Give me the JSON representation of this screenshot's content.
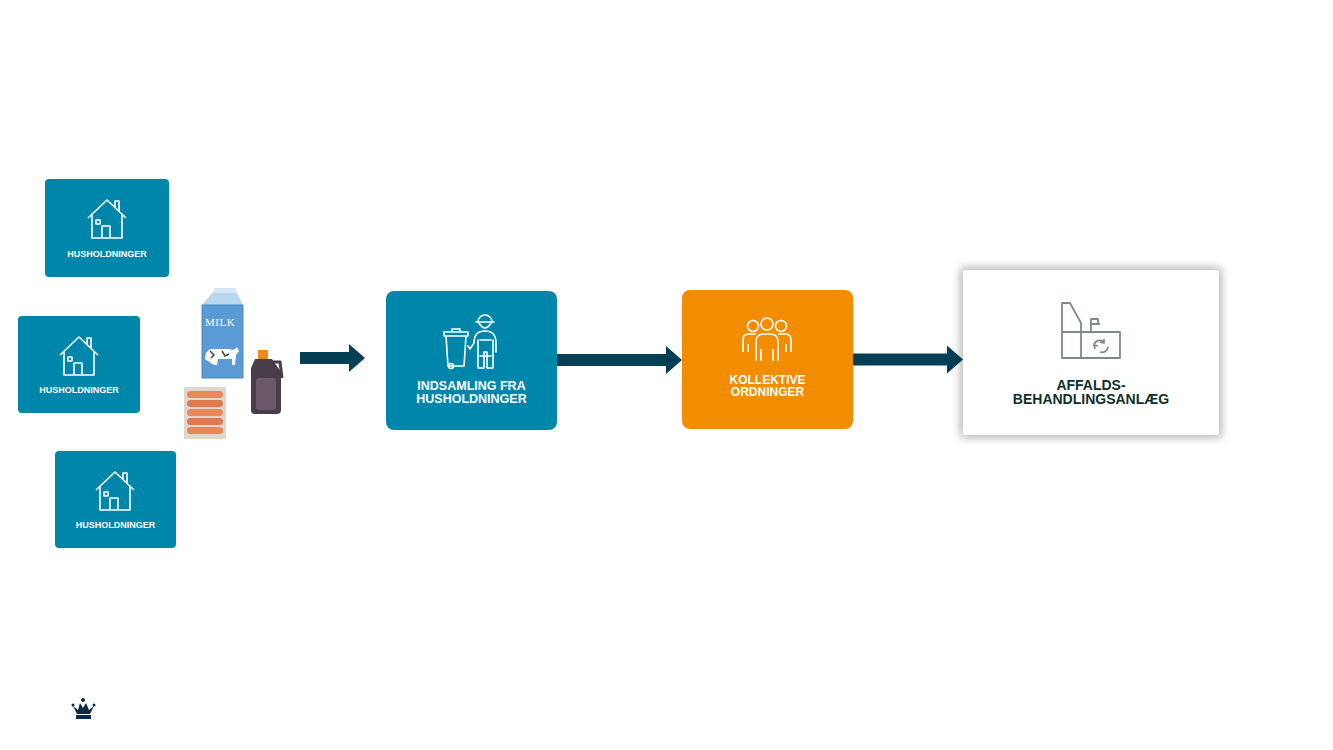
{
  "diagram": {
    "nodes": [
      {
        "text": [
          "HUSHOLDNINGER"
        ]
      },
      {
        "text": [
          "HUSHOLDNINGER"
        ]
      },
      {
        "text": [
          "HUSHOLDNINGER"
        ]
      },
      {
        "text": [
          "INDSAMLING FRA HUSHOLDNINGER"
        ]
      },
      {
        "text": [
          "KOLLEKTIVE ORDNINGER"
        ]
      },
      {
        "text": [
          "AFFALDS- BEHANDLINGSANLÆG"
        ]
      }
    ],
    "edges": [
      {
        "from": 3,
        "to": 4,
        "arrow": "to"
      },
      {
        "from": 4,
        "to": 5,
        "arrow": "to"
      }
    ],
    "labels": [
      "MILK"
    ]
  }
}
